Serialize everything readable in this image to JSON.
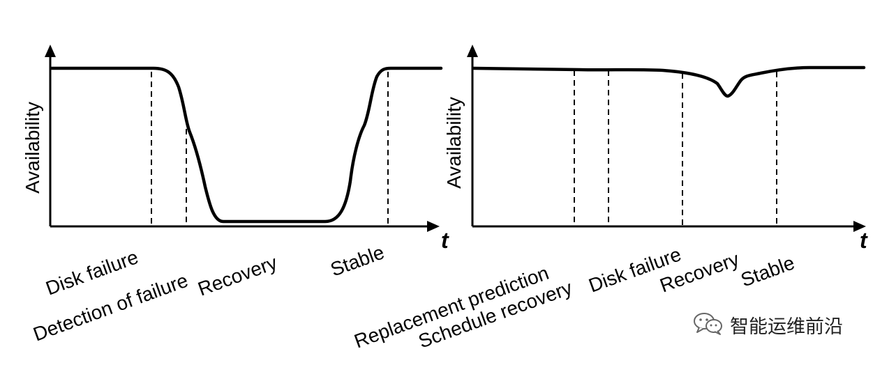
{
  "left_panel": {
    "y_axis_label": "Availability",
    "x_axis_label": "t",
    "events": {
      "disk_failure": "Disk failure",
      "detection": "Detection of failure",
      "recovery": "Recovery",
      "stable": "Stable"
    }
  },
  "right_panel": {
    "y_axis_label": "Availability",
    "x_axis_label": "t",
    "events": {
      "replacement_prediction": "Replacement prediction",
      "schedule_recovery": "Schedule recovery",
      "disk_failure": "Disk failure",
      "recovery": "Recovery",
      "stable": "Stable"
    }
  },
  "watermark": {
    "text": "智能运维前沿"
  }
}
